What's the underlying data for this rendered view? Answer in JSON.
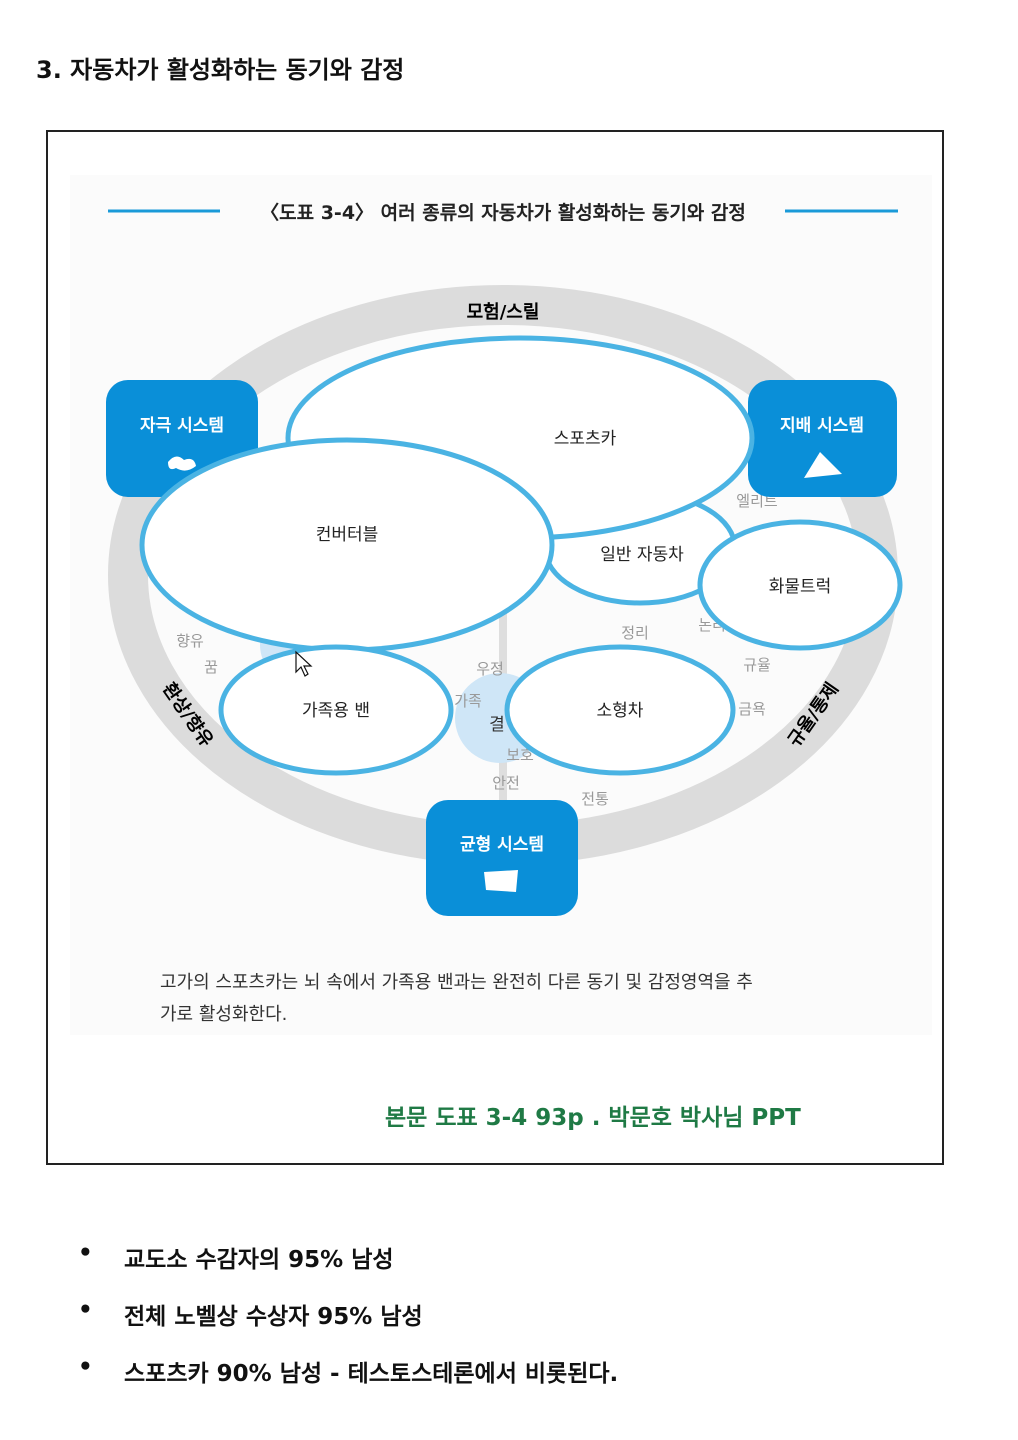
{
  "heading": "3.  자동차가 활성화하는 동기와 감정",
  "figure": {
    "title": "〈도표 3-4〉 여러 종류의 자동차가 활성화하는 동기와 감정",
    "ring_labels": {
      "top": "모험/스릴",
      "left": "환상/향유",
      "right": "규율/통제"
    },
    "systems": {
      "stimulus": "자극 시스템",
      "dominance": "지배 시스템",
      "balance": "균형 시스템"
    },
    "cars": {
      "sports": "스포츠카",
      "convertible": "컨버터블",
      "regular": "일반 자동차",
      "truck": "화물트럭",
      "van": "가족용 밴",
      "compact": "소형차"
    },
    "emotions": [
      "향유",
      "꿈",
      "우정",
      "가족",
      "결",
      "보호",
      "안전",
      "전통",
      "정리",
      "엘리트",
      "규율",
      "금욕",
      "논리"
    ],
    "caption_line1": "고가의 스포츠카는 뇌 속에서 가족용 밴과는 완전히 다른 동기 및 감정영역을 추",
    "caption_line2": "가로 활성화한다.",
    "colors": {
      "accent": "#0a8fd8",
      "outline": "#4ab3e3",
      "ring": "#dcdcdc"
    }
  },
  "source": "본문 도표 3-4  93p . 박문호 박사님 PPT",
  "bullets": [
    "교도소 수감자의 95% 남성",
    "전체 노벨상 수상자 95% 남성",
    "스포츠카 90% 남성  - 테스토스테론에서 비롯된다."
  ]
}
